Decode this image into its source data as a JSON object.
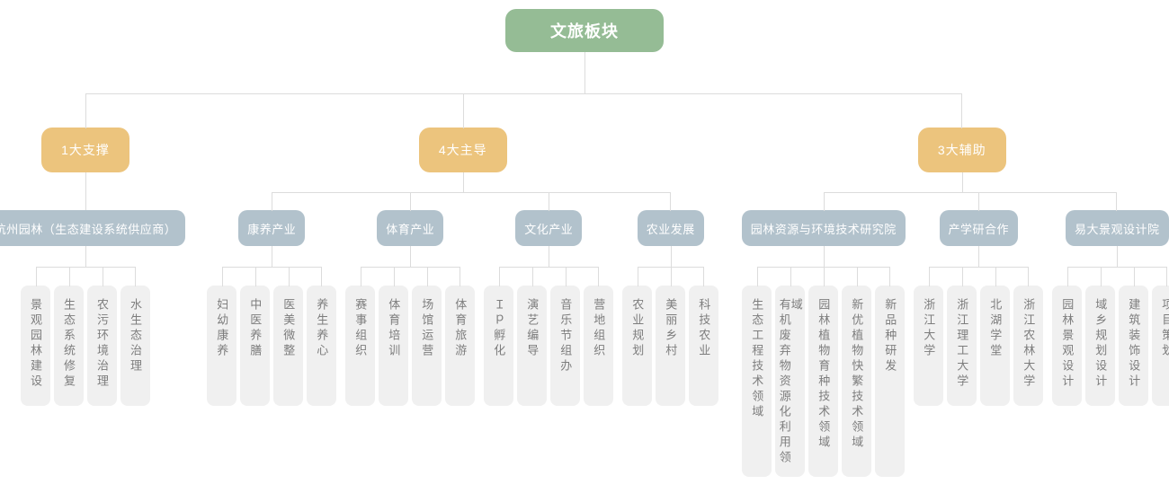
{
  "colors": {
    "root_bg": "#95bc95",
    "branch_bg": "#ecc47d",
    "group_bg": "#b2c2cc",
    "leaf_bg": "#f0f0f0",
    "leaf_text": "#7d7d7d",
    "line": "#dcdcdc",
    "node_text": "#ffffff"
  },
  "root": {
    "label": "文旅板块"
  },
  "branches": [
    {
      "label": "1大支撑",
      "groups": [
        {
          "label": "杭州园林（生态建设系统供应商）",
          "items": [
            "景观园林建设",
            "生态系统修复",
            "农污环境治理",
            "水生态治理"
          ]
        }
      ]
    },
    {
      "label": "4大主导",
      "groups": [
        {
          "label": "康养产业",
          "items": [
            "妇幼康养",
            "中医养膳",
            "医美微整",
            "养生养心"
          ]
        },
        {
          "label": "体育产业",
          "items": [
            "赛事组织",
            "体育培训",
            "场馆运营",
            "体育旅游"
          ]
        },
        {
          "label": "文化产业",
          "items": [
            "Ｉｐ孵化",
            "演艺编导",
            "音乐节组办",
            "营地组织"
          ]
        },
        {
          "label": "农业发展",
          "items": [
            "农业规划",
            "美丽乡村",
            "科技农业"
          ]
        }
      ]
    },
    {
      "label": "3大辅助",
      "groups": [
        {
          "label": "园林资源与环境技术研究院",
          "items": [
            "生态工程技术领域",
            "有机废弃物资源化利用领域",
            "园林植物育种技术领域",
            "新优植物快繁技术领域",
            "新品种研发"
          ]
        },
        {
          "label": "产学研合作",
          "items": [
            "浙江大学",
            "浙江理工大学",
            "北湖学堂",
            "浙江农林大学"
          ]
        },
        {
          "label": "易大景观设计院",
          "items": [
            "园林景观设计",
            "域乡规划设计",
            "建筑装饰设计",
            "项目策划"
          ]
        }
      ]
    }
  ]
}
